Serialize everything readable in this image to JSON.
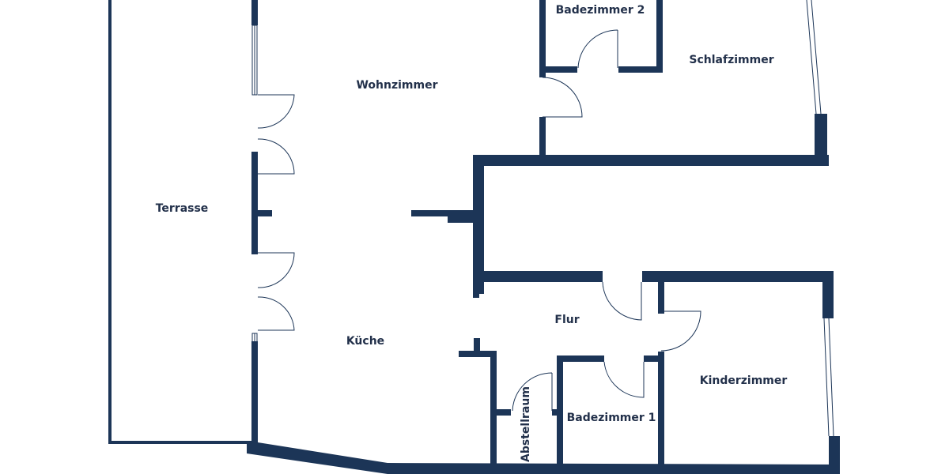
{
  "plan": {
    "wall_color": "#1c3557",
    "text_color": "#22304a",
    "rooms": [
      {
        "id": "terrasse",
        "label": "Terrasse"
      },
      {
        "id": "wohnzimmer",
        "label": "Wohnzimmer"
      },
      {
        "id": "kueche",
        "label": "Küche"
      },
      {
        "id": "badezimmer2",
        "label": "Badezimmer 2"
      },
      {
        "id": "schlafzimmer",
        "label": "Schlafzimmer"
      },
      {
        "id": "flur",
        "label": "Flur"
      },
      {
        "id": "kinderzimmer",
        "label": "Kinderzimmer"
      },
      {
        "id": "badezimmer1",
        "label": "Badezimmer 1"
      },
      {
        "id": "abstellraum",
        "label": "Abstellraum"
      }
    ]
  }
}
